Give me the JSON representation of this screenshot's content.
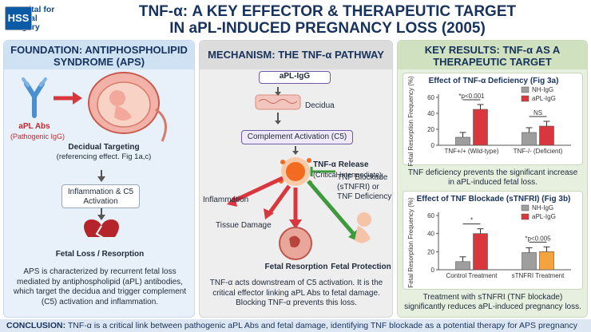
{
  "logo": {
    "mark": "HSS",
    "line1": "Hospital for",
    "line2": "Special",
    "line3": "Surgery"
  },
  "title": {
    "line1": "TNF-α: A KEY EFFECTOR & THERAPEUTIC TARGET",
    "line2": "IN aPL-INDUCED PREGNANCY LOSS (2005)"
  },
  "panel1": {
    "heading": "FOUNDATION: ANTIPHOSPHOLIPID SYNDROME (APS)",
    "abs_label": "aPL Abs",
    "abs_sub": "(Pathogenic IgG)",
    "targeting_title": "Decidual Targeting",
    "targeting_sub": "(referencing effect. Fig 1a,c)",
    "box1": "Inflammation & C5 Activation",
    "outcome": "Fetal Loss / Resorption",
    "summary": "APS is characterized by recurrent fetal loss mediated by antiphospholipid (aPL) antibodies, which target the decidua and trigger complement (C5) activation and inflammation."
  },
  "panel2": {
    "heading": "MECHANISM: THE TNF-α PATHWAY",
    "node_apl": "aPL-IgG",
    "node_decidua": "Decidua",
    "node_c5": "Complement Activation (C5)",
    "tnf_title": "TNF-α Release",
    "tnf_sub": "(Critical Intermediate)",
    "inflammation": "Inflammation",
    "tissue": "Tissue Damage",
    "blockade": "TNF Blockade (sTNFRI) or TNF Deficiency",
    "resorption": "Fetal Resorption",
    "protection": "Fetal Protection",
    "summary": "TNF-α acts downstream of C5 activation. It is the critical effector linking aPL Abs to fetal damage. Blocking TNF-α prevents this loss."
  },
  "panel3": {
    "heading": "KEY RESULTS: TNF-α AS A THERAPEUTIC TARGET",
    "chart1_caption": "TNF deficiency prevents the significant increase in aPL-induced fetal loss.",
    "chart2_caption": "Treatment with sTNFRI (TNF blockade) significantly reduces aPL-induced pregnancy loss."
  },
  "chart_data": [
    {
      "type": "bar",
      "title": "Effect of TNF-α Deficiency (Fig 3a)",
      "ylabel": "Fetal Resorption Frequency (%)",
      "ylim": [
        0,
        60
      ],
      "yticks": [
        "0",
        "20",
        "40",
        "60"
      ],
      "categories": [
        "TNF+/+ (Wild-type)",
        "TNF-/- (Deficient)"
      ],
      "series": [
        {
          "name": "NH-IgG",
          "values": [
            10,
            16
          ],
          "color": "#9e9e9e"
        },
        {
          "name": "aPL-IgG",
          "values": [
            45,
            24
          ],
          "color": "#d9363e"
        }
      ],
      "annotations": [
        "*p<0.001",
        "NS"
      ]
    },
    {
      "type": "bar",
      "title": "Effect of TNF Blockade (sTNFRI) (Fig 3b)",
      "ylabel": "Fetal Resorption Frequency (%)",
      "ylim": [
        0,
        60
      ],
      "yticks": [
        "0",
        "20",
        "40",
        "60"
      ],
      "categories": [
        "Control Treatment",
        "sTNFRI Treatment"
      ],
      "series": [
        {
          "name": "NH-IgG",
          "values": [
            9,
            19
          ],
          "color": "#9e9e9e"
        },
        {
          "name": "aPL-IgG",
          "values": [
            40,
            20
          ],
          "color": "#d9363e",
          "alt_color": "#f4a340"
        }
      ],
      "annotations": [
        "*",
        "*p<0.005"
      ]
    }
  ],
  "conclusion": {
    "label": "CONCLUSION:",
    "text": " TNF-α is a critical link between pathogenic aPL Abs and fetal damage, identifying TNF blockade as a potential therapy for APS pregnancy complications."
  }
}
